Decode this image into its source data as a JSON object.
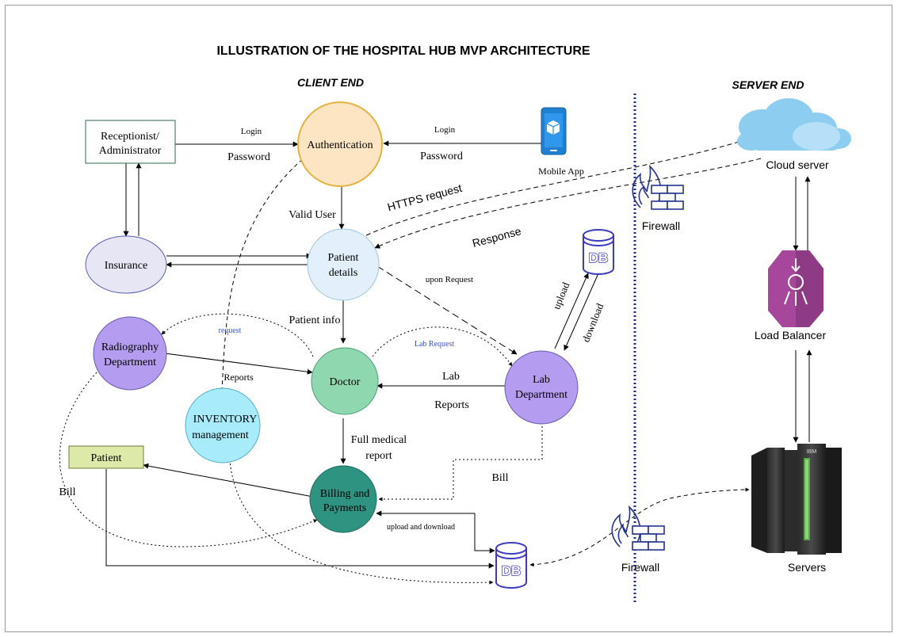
{
  "title": "ILLUSTRATION OF THE HOSPITAL HUB MVP ARCHITECTURE",
  "sections": {
    "client": "CLIENT END",
    "server": "SERVER END"
  },
  "nodes": {
    "receptionist_l1": "Receptionist/",
    "receptionist_l2": "Administrator",
    "authentication": "Authentication",
    "insurance": "Insurance",
    "patient_details_l1": "Patient",
    "patient_details_l2": "details",
    "radiography_l1": "Radiography",
    "radiography_l2": "Department",
    "doctor": "Doctor",
    "lab_l1": "Lab",
    "lab_l2": "Department",
    "inventory_l1": "INVENTORY",
    "inventory_l2": "management",
    "patient": "Patient",
    "billing_l1": "Billing and",
    "billing_l2": "Payments",
    "mobile_app": "Mobile App",
    "db": "DB",
    "firewall": "Firewall",
    "cloud_server": "Cloud server",
    "load_balancer": "Load Balancer",
    "servers": "Servers",
    "server_brand": "IBM"
  },
  "edge_labels": {
    "login_left": "Login",
    "password_left": "Password",
    "login_right": "Login",
    "password_right": "Password",
    "valid_user": "Valid User",
    "https_request": "HTTPS request",
    "response": "Response",
    "upon_request": "upon Request",
    "patient_info": "Patient info",
    "request": "request",
    "lab_request": "Lab Request",
    "reports_inventory": "Reports",
    "lab": "Lab",
    "reports_lab": "Reports",
    "upload": "upload",
    "download": "download",
    "full_medical_l1": "Full medical",
    "full_medical_l2": "report",
    "bill_right": "Bill",
    "bill_left": "Bill",
    "upload_and_download": "upload and download"
  },
  "colors": {
    "authentication": "#fde5c4",
    "insurance": "#e6e6f5",
    "patient_details": "#e3f0fb",
    "radiography": "#b49df0",
    "doctor": "#8fd7ae",
    "lab": "#b49df0",
    "inventory": "#a8ecfb",
    "patient": "#dde9a9",
    "billing": "#2e9481",
    "load_balancer": "#a7479c",
    "cloud": "#8dcdf0",
    "db": "#5b5bd6",
    "request_label": "#3a54c8"
  }
}
